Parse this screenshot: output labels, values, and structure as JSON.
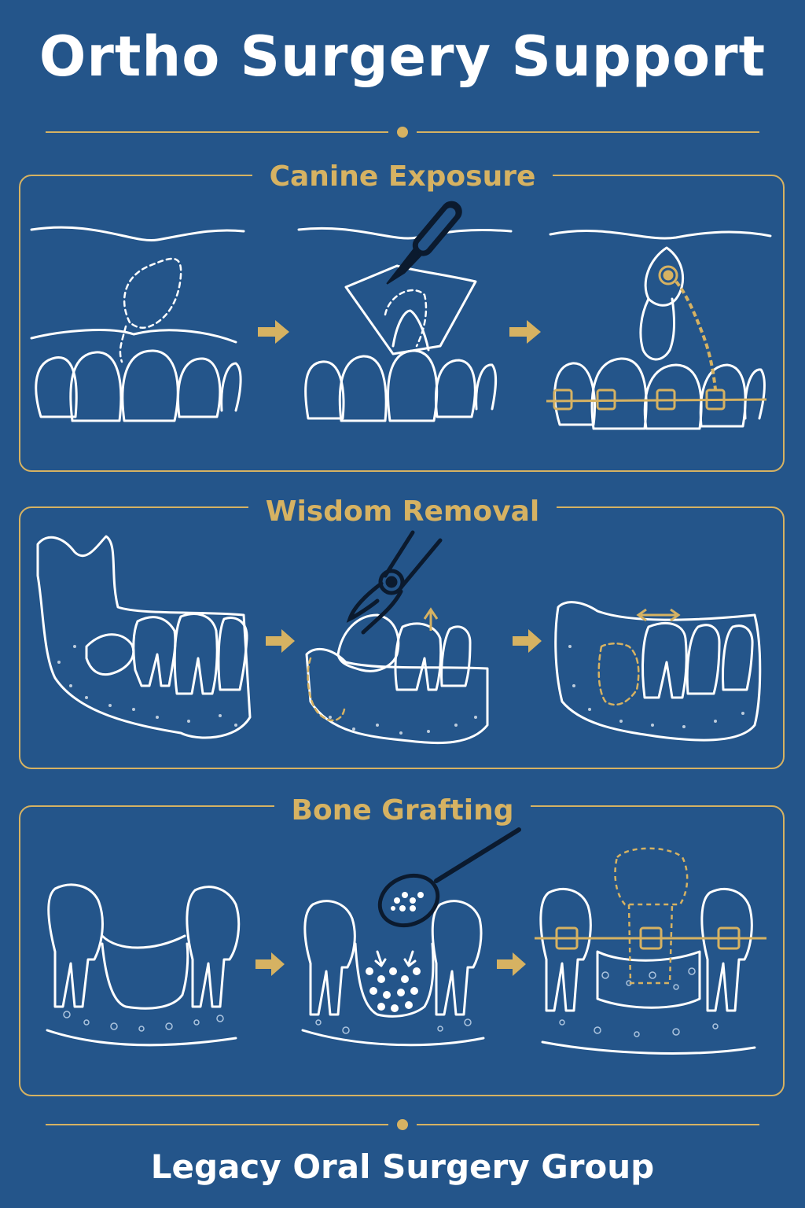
{
  "header": {
    "title": "Ortho Surgery Support"
  },
  "sections": [
    {
      "title": "Canine Exposure"
    },
    {
      "title": "Wisdom Removal"
    },
    {
      "title": "Bone Grafting"
    }
  ],
  "footer": {
    "text": "Legacy Oral Surgery Group"
  },
  "colors": {
    "background": "#24558a",
    "accent": "#d6b262",
    "line": "#ffffff",
    "tool": "#0b1a2e"
  },
  "icons": [
    "scalpel-icon",
    "forceps-icon",
    "spoon-icon",
    "bracket-icon",
    "chain-icon",
    "arrow-right-icon"
  ]
}
